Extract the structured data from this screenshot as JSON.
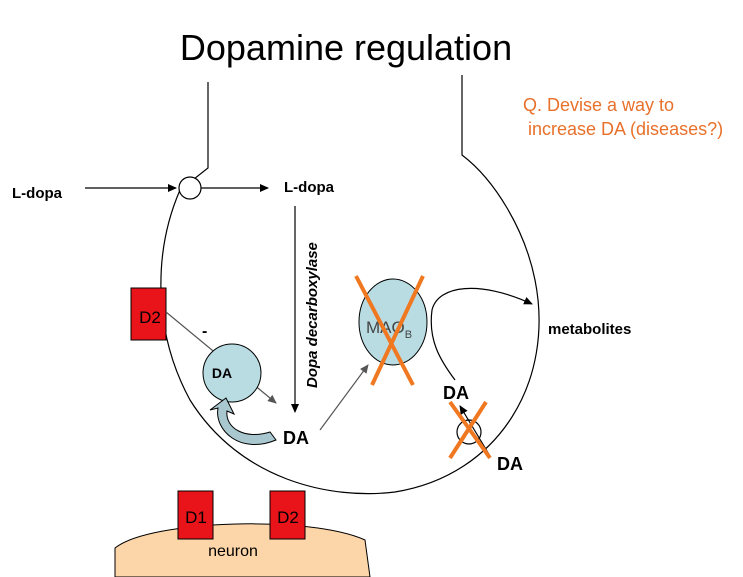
{
  "title": "Dopamine regulation",
  "question": {
    "line1": "Q. Devise a way to",
    "line2": "increase DA (diseases?)",
    "color": "#E8702A"
  },
  "labels": {
    "ldopa_outside": "L-dopa",
    "ldopa_inside": "L-dopa",
    "enzyme": "Dopa decarboxylase",
    "da_center": "DA",
    "da_vesicle": "DA",
    "da_transporter": "DA",
    "da_outside": "DA",
    "minus_sign": "-",
    "mao_main": "MAO",
    "mao_sub": "B",
    "metabolites": "metabolites",
    "neuron": "neuron"
  },
  "receptors": {
    "presynaptic": "D2",
    "post_d1": "D1",
    "post_d2": "D2"
  },
  "colors": {
    "receptor_fill": "#E8141A",
    "vesicle_fill": "#B9DCE3",
    "cross": "#F07820",
    "neuron_fill": "#FCD5A8",
    "curved_arrow_fill": "#A9C7CE"
  }
}
